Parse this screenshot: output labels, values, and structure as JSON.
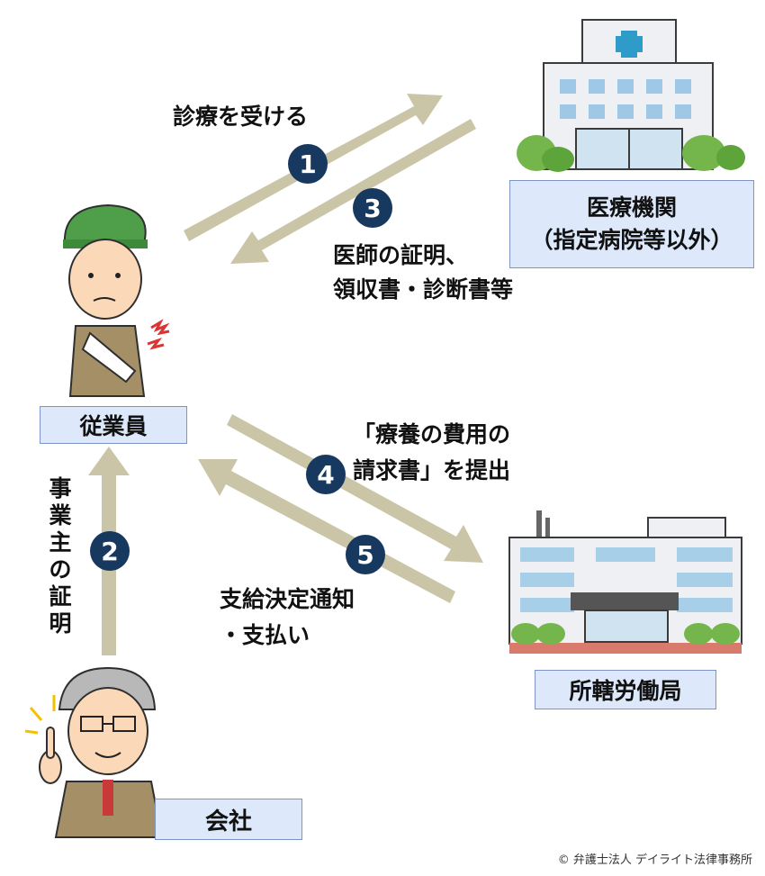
{
  "nodes": {
    "hospital": {
      "line1": "医療機関",
      "line2": "（指定病院等以外）"
    },
    "employee": {
      "label": "従業員"
    },
    "bureau": {
      "label": "所轄労働局"
    },
    "company": {
      "label": "会社"
    }
  },
  "steps": [
    {
      "num": "1",
      "text": "診療を受ける"
    },
    {
      "num": "2",
      "chars": [
        "事",
        "業",
        "主",
        "の",
        "証",
        "明"
      ]
    },
    {
      "num": "3",
      "line1": "医師の証明、",
      "line2": "領収書・診断書等"
    },
    {
      "num": "4",
      "line1": "「療養の費用の",
      "line2": "請求書」を提出"
    },
    {
      "num": "5",
      "line1": "支給決定通知",
      "line2": "・支払い"
    }
  ],
  "copyright": "© 弁護士法人 デイライト法律事務所",
  "colors": {
    "arrow": "#cbc5a7",
    "badge": "#17385f",
    "box_fill": "#dde9fb",
    "box_border": "#7c94c6"
  }
}
